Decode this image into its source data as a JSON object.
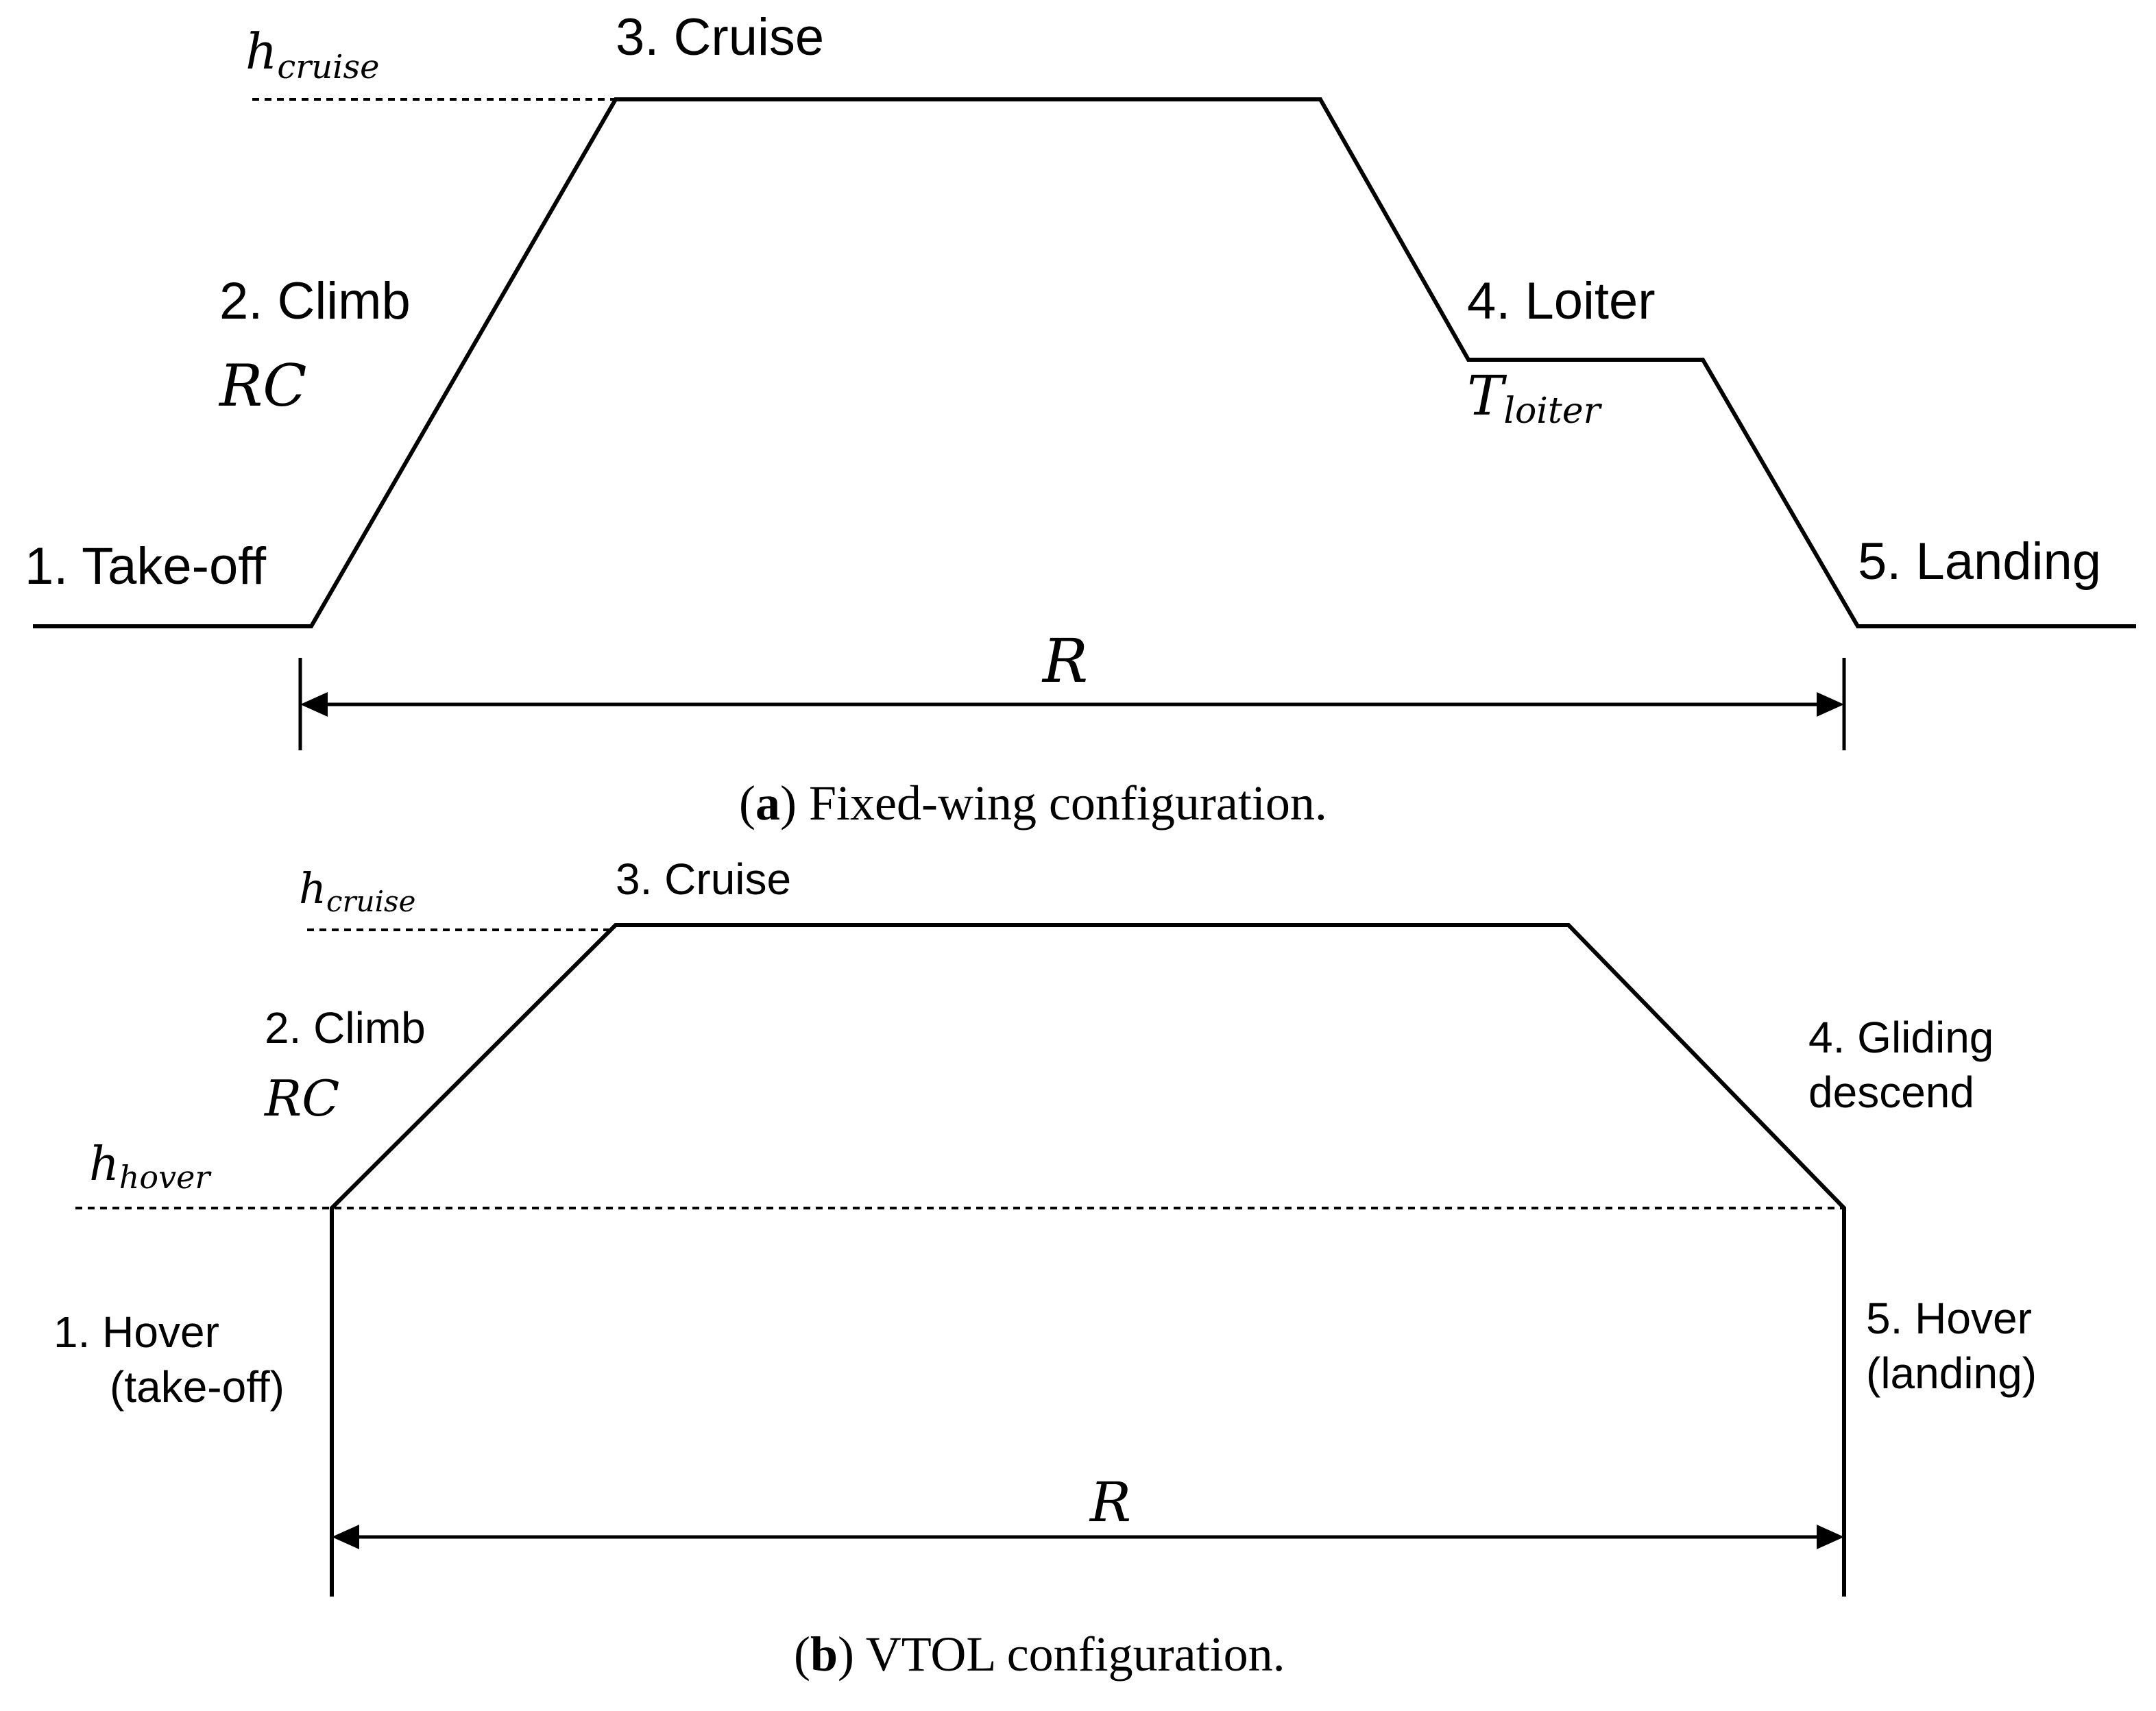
{
  "panel_a": {
    "h_cruise": {
      "base": "h",
      "sub": "cruise"
    },
    "stage_1": "1. Take-off",
    "stage_2": "2. Climb",
    "rc": "RC",
    "stage_3": "3. Cruise",
    "stage_4": "4. Loiter",
    "t_loiter": {
      "base": "T",
      "sub": "loiter"
    },
    "stage_5": "5. Landing",
    "range": "R",
    "caption": {
      "letter": "a",
      "text": " Fixed-wing configuration."
    }
  },
  "panel_b": {
    "h_cruise": {
      "base": "h",
      "sub": "cruise"
    },
    "h_hover": {
      "base": "h",
      "sub": "hover"
    },
    "stage_1_line1": "1. Hover",
    "stage_1_line2": "(take-off)",
    "stage_2": "2. Climb",
    "rc": "RC",
    "stage_3": "3. Cruise",
    "stage_4_line1": "4. Gliding",
    "stage_4_line2": "descend",
    "stage_5_line1": "5. Hover",
    "stage_5_line2": "(landing)",
    "range": "R",
    "caption": {
      "letter": "b",
      "text": " VTOL configuration."
    }
  }
}
